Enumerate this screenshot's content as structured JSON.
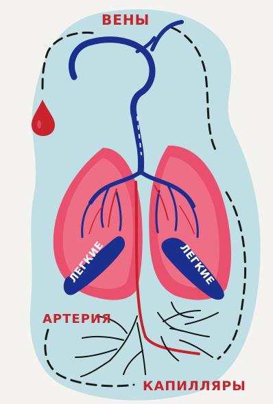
{
  "labels": {
    "veins": "ВЕНЫ",
    "artery": "АРТЕРИЯ",
    "capillaries": "КАПИЛЛЯРЫ",
    "lung_left": "ЛЕГКИЕ",
    "lung_right": "ЛЕГКИЕ"
  },
  "colors": {
    "background_blob": "#b9dde2",
    "lung_fill": "#e9506d",
    "lung_inner": "#f07a90",
    "vein_blue": "#1b2f8f",
    "artery_red": "#c8222a",
    "dashes": "#1a1a1a"
  },
  "icons": [
    "blood-drop-icon"
  ]
}
